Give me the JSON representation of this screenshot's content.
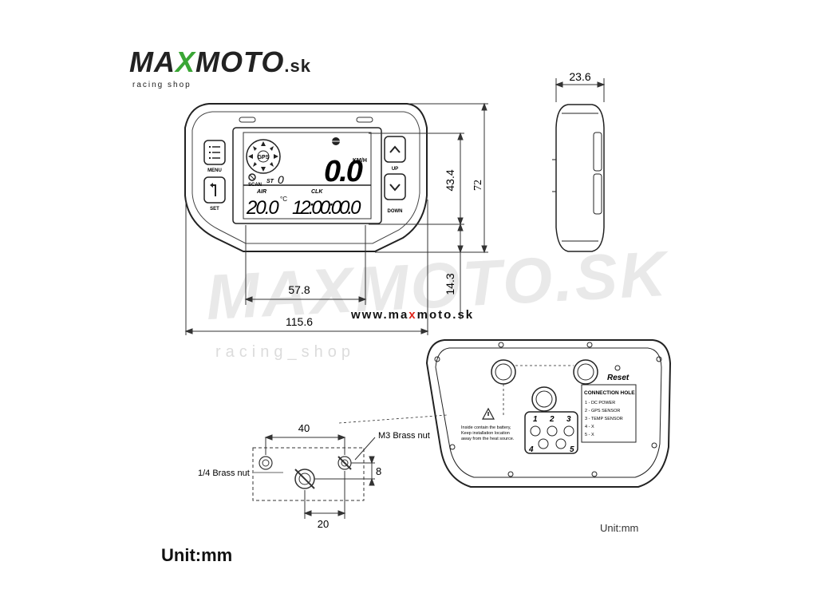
{
  "brand": {
    "logo_main_prefix": "MA",
    "logo_main_x": "X",
    "logo_main_suffix": "MOTO",
    "logo_domain": ".sk",
    "logo_sub": "racing shop",
    "url_pre": "www.ma",
    "url_hl": "x",
    "url_post": "moto.sk",
    "brand_red": "#e0251b",
    "brand_green": "#3aa635"
  },
  "watermark": {
    "main": "MAXMOTO.SK",
    "sub": "racing_shop"
  },
  "front_view": {
    "buttons": {
      "menu": "MENU",
      "set": "SET",
      "up": "UP",
      "down": "DOWN"
    },
    "lcd": {
      "speed": "0.0",
      "speed_unit": "KM/H",
      "scan": "SCAN",
      "st": "ST",
      "st_value": "0",
      "air_label": "AIR",
      "air_value": "20.0",
      "air_unit": "°C",
      "clk_label": "CLK",
      "clk_value": "12:00:00.0",
      "compass_center": "GPS"
    },
    "dims": {
      "depth": "23.6",
      "height_total": "72",
      "height_screen": "43.4",
      "bottom_offset": "14.3",
      "screen_width": "57.8",
      "total_width": "115.6"
    }
  },
  "back_view": {
    "reset": "Reset",
    "connection_title": "CONNECTION HOLE",
    "connection_items": [
      "1 - DC POWER",
      "2 - GPS SENSOR",
      "3 - TEMP SENSOR",
      "4 - X",
      "5 - X"
    ],
    "warning_lines": [
      "Inside contain the battery,",
      "Keep installation location",
      "away from the heat source."
    ],
    "pins": [
      "1",
      "2",
      "3",
      "4",
      "5"
    ],
    "unit": "Unit:mm"
  },
  "bracket": {
    "dim_width": "40",
    "dim_spacing": "20",
    "dim_height": "8",
    "m3_label": "M3 Brass nut",
    "quarter_label": "1/4 Brass nut"
  },
  "footer": {
    "unit": "Unit:mm"
  },
  "icons": [
    "menu-list-icon",
    "return-arrow-icon",
    "chevron-up-icon",
    "chevron-down-icon",
    "compass-icon",
    "warning-icon",
    "gps-satellite-icon"
  ]
}
